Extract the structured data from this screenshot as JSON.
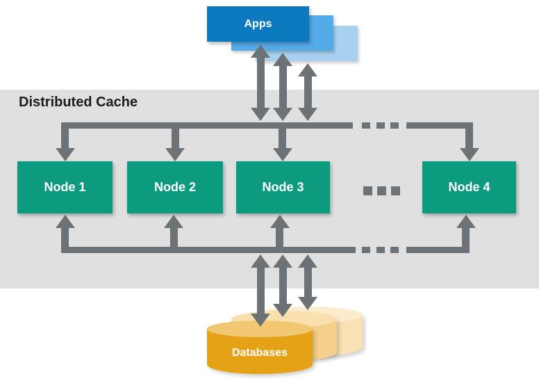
{
  "title": "Distributed Cache",
  "apps": {
    "label": "Apps"
  },
  "nodes": [
    {
      "label": "Node 1"
    },
    {
      "label": "Node 2"
    },
    {
      "label": "Node 3"
    },
    {
      "label": "Node 4"
    }
  ],
  "databases": {
    "label": "Databases"
  },
  "colors": {
    "apps_front": "#0d7abf",
    "apps_mid": "#55aae8",
    "apps_back": "#a9d0ef",
    "node_green": "#0d9b7f",
    "arrow_gray": "#6d7277",
    "band_gray": "#e0e0e0",
    "db_front": "#e5a217",
    "db_front_top": "#f2c771",
    "db_mid": "#f6cf8c",
    "db_mid_top": "#f9e0ae",
    "db_back": "#f9e3b6",
    "db_back_top": "#fbeccd",
    "title_color": "#1b1b1b"
  }
}
